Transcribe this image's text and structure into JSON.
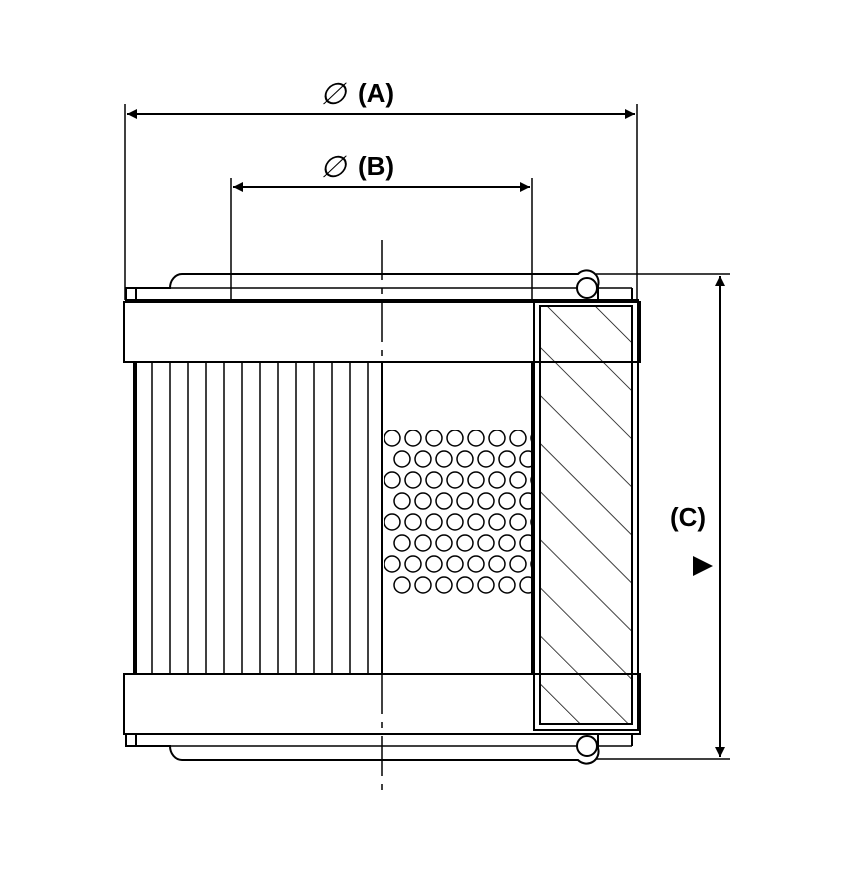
{
  "dimensions": {
    "a": {
      "symbol": "∅",
      "label": "(A)"
    },
    "b": {
      "symbol": "∅",
      "label": "(B)"
    },
    "c": {
      "label": "(C)"
    }
  },
  "colors": {
    "line": "#000000",
    "background": "#ffffff"
  },
  "flow_marker": "arrow-right-icon"
}
